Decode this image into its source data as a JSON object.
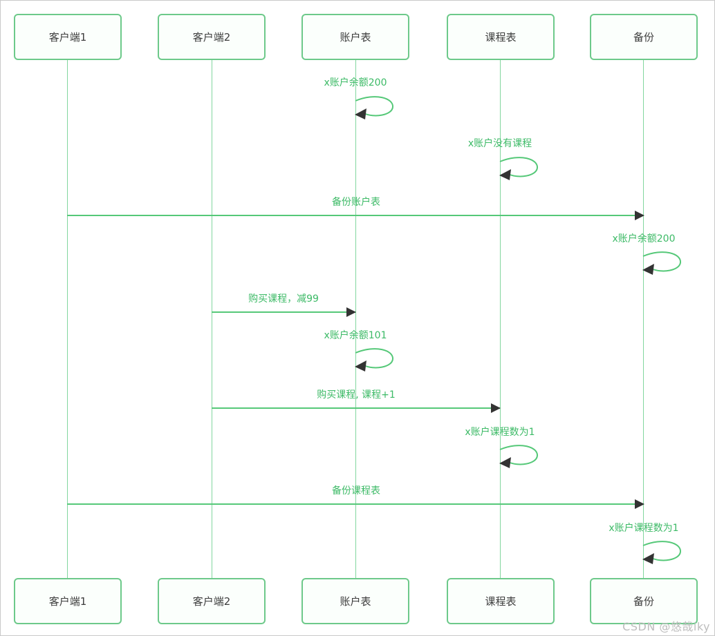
{
  "diagram": {
    "type": "sequence-diagram",
    "accent_colors": {
      "box_border_green": "#6dc98a",
      "box_fill": "#fbfffc",
      "lifeline_green": "#82d69e",
      "message_green": "#3cba66",
      "arrowhead_dark": "#333333"
    },
    "actors": [
      "客户端1",
      "客户端2",
      "账户表",
      "课程表",
      "备份"
    ],
    "messages": [
      {
        "type": "self",
        "actor": "账户表",
        "label": "x账户余额200"
      },
      {
        "type": "self",
        "actor": "课程表",
        "label": "x账户没有课程"
      },
      {
        "type": "arrow",
        "from": "客户端1",
        "to": "备份",
        "label": "备份账户表"
      },
      {
        "type": "self",
        "actor": "备份",
        "label": "x账户余额200"
      },
      {
        "type": "arrow",
        "from": "客户端2",
        "to": "账户表",
        "label": "购买课程，减99"
      },
      {
        "type": "self",
        "actor": "账户表",
        "label": "x账户余额101"
      },
      {
        "type": "arrow",
        "from": "客户端2",
        "to": "课程表",
        "label": "购买课程, 课程+1"
      },
      {
        "type": "self",
        "actor": "课程表",
        "label": "x账户课程数为1"
      },
      {
        "type": "arrow",
        "from": "客户端1",
        "to": "备份",
        "label": "备份课程表"
      },
      {
        "type": "self",
        "actor": "备份",
        "label": "x账户课程数为1"
      }
    ],
    "watermark": "CSDN @悠哉iky"
  }
}
